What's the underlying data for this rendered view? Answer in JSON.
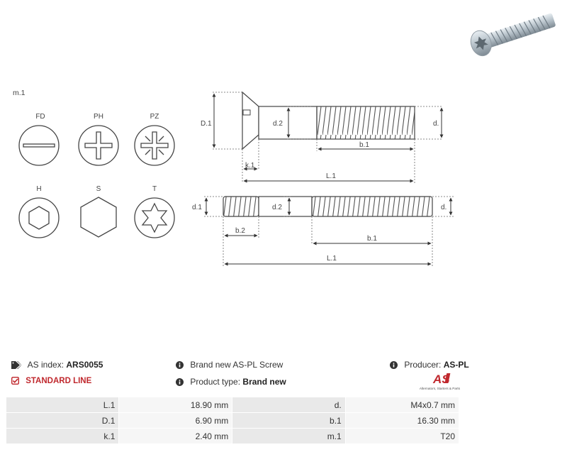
{
  "diagram": {
    "heads_label": "m.1",
    "drives": [
      "FD",
      "PH",
      "PZ",
      "H",
      "S",
      "T"
    ],
    "top_dims": {
      "D1": "D.1",
      "d2": "d.2",
      "d": "d.",
      "b1": "b.1",
      "k1": "k.1",
      "L1": "L.1"
    },
    "bottom_dims": {
      "d1": "d.1",
      "d2": "d.2",
      "d": "d.",
      "b2": "b.2",
      "b1": "b.1",
      "L1": "L.1"
    }
  },
  "info": {
    "as_index_label": "AS index:",
    "as_index_value": "ARS0055",
    "standard_line": "STANDARD LINE",
    "brand_new_text": "Brand new AS-PL Screw",
    "product_type_label": "Product type:",
    "product_type_value": "Brand new",
    "producer_label": "Producer:",
    "producer_value": "AS-PL",
    "logo_tagline": "Alternators, Starters & Parts",
    "logo_text": "AS"
  },
  "specs": [
    {
      "k1": "L.1",
      "v1": "18.90 mm",
      "k2": "d.",
      "v2": "M4x0.7 mm"
    },
    {
      "k1": "D.1",
      "v1": "6.90 mm",
      "k2": "b.1",
      "v2": "16.30 mm"
    },
    {
      "k1": "k.1",
      "v1": "2.40 mm",
      "k2": "m.1",
      "v2": "T20"
    }
  ],
  "colors": {
    "accent": "#c0282d",
    "text": "#333333",
    "key_bg": "#e9e9e9",
    "value_bg": "#f6f6f6"
  }
}
